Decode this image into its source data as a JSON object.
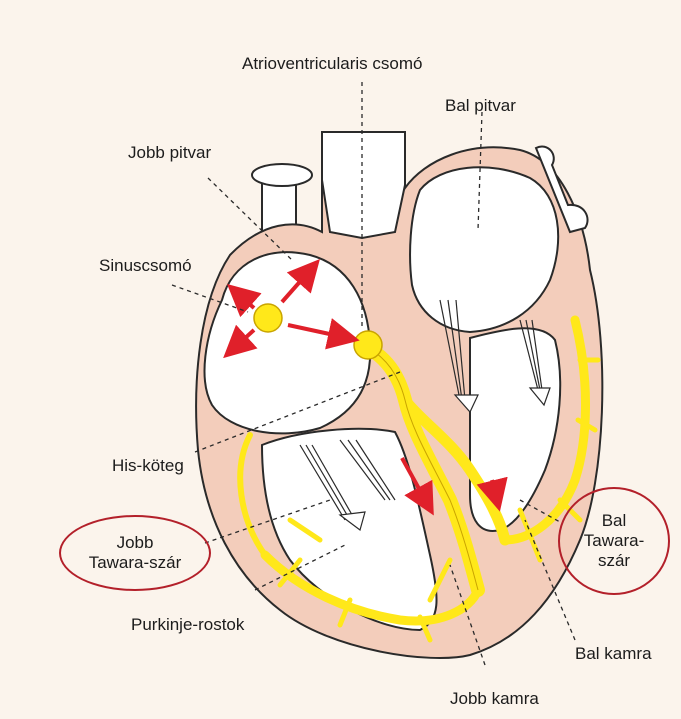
{
  "labels": {
    "av_node": "Atrioventricularis csomó",
    "left_atrium": "Bal pitvar",
    "right_atrium": "Jobb pitvar",
    "sinus_node": "Sinuscsomó",
    "his_bundle": "His-köteg",
    "right_bundle_line1": "Jobb",
    "right_bundle_line2": "Tawara-szár",
    "left_bundle_line1": "Bal",
    "left_bundle_line2": "Tawara-",
    "left_bundle_line3": "szár",
    "purkinje": "Purkinje-rostok",
    "left_ventricle": "Bal kamra",
    "right_ventricle": "Jobb kamra"
  },
  "colors": {
    "background": "#fbf4ec",
    "heart_wall": "#f3cdbb",
    "outline": "#2a2a2a",
    "conduction": "#ffe81a",
    "arrow": "#e0202a",
    "highlight_oval": "#b3202a"
  }
}
